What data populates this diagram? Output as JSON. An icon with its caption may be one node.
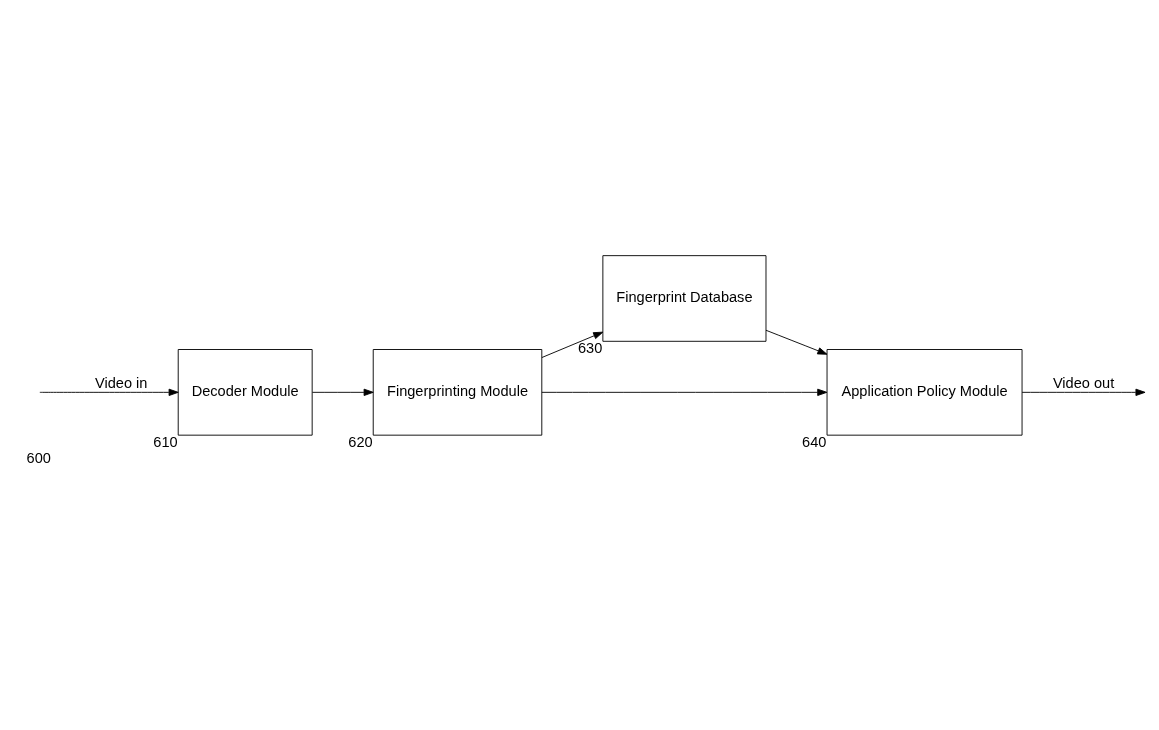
{
  "diagram": {
    "nodes": [
      {
        "text": [
          "Decoder Module"
        ],
        "beside": [
          "610"
        ]
      },
      {
        "text": [
          "Fingerprinting Module"
        ],
        "beside": [
          "620"
        ]
      },
      {
        "text": [
          "Fingerprint Database"
        ],
        "beside": [
          "630"
        ]
      },
      {
        "text": [
          "Application Policy Module"
        ],
        "beside": [
          "640"
        ]
      }
    ],
    "edges": [
      {
        "from": null,
        "to": 0,
        "arrow": "to",
        "label": "Video in"
      },
      {
        "from": 0,
        "to": 1,
        "arrow": "to"
      },
      {
        "from": 1,
        "to": 2,
        "arrow": "to"
      },
      {
        "from": 2,
        "to": 3,
        "arrow": "to"
      },
      {
        "from": 1,
        "to": 3,
        "arrow": "to"
      },
      {
        "from": 3,
        "to": null,
        "arrow": "to",
        "label": "Video out"
      }
    ],
    "labels": [
      "600"
    ]
  }
}
